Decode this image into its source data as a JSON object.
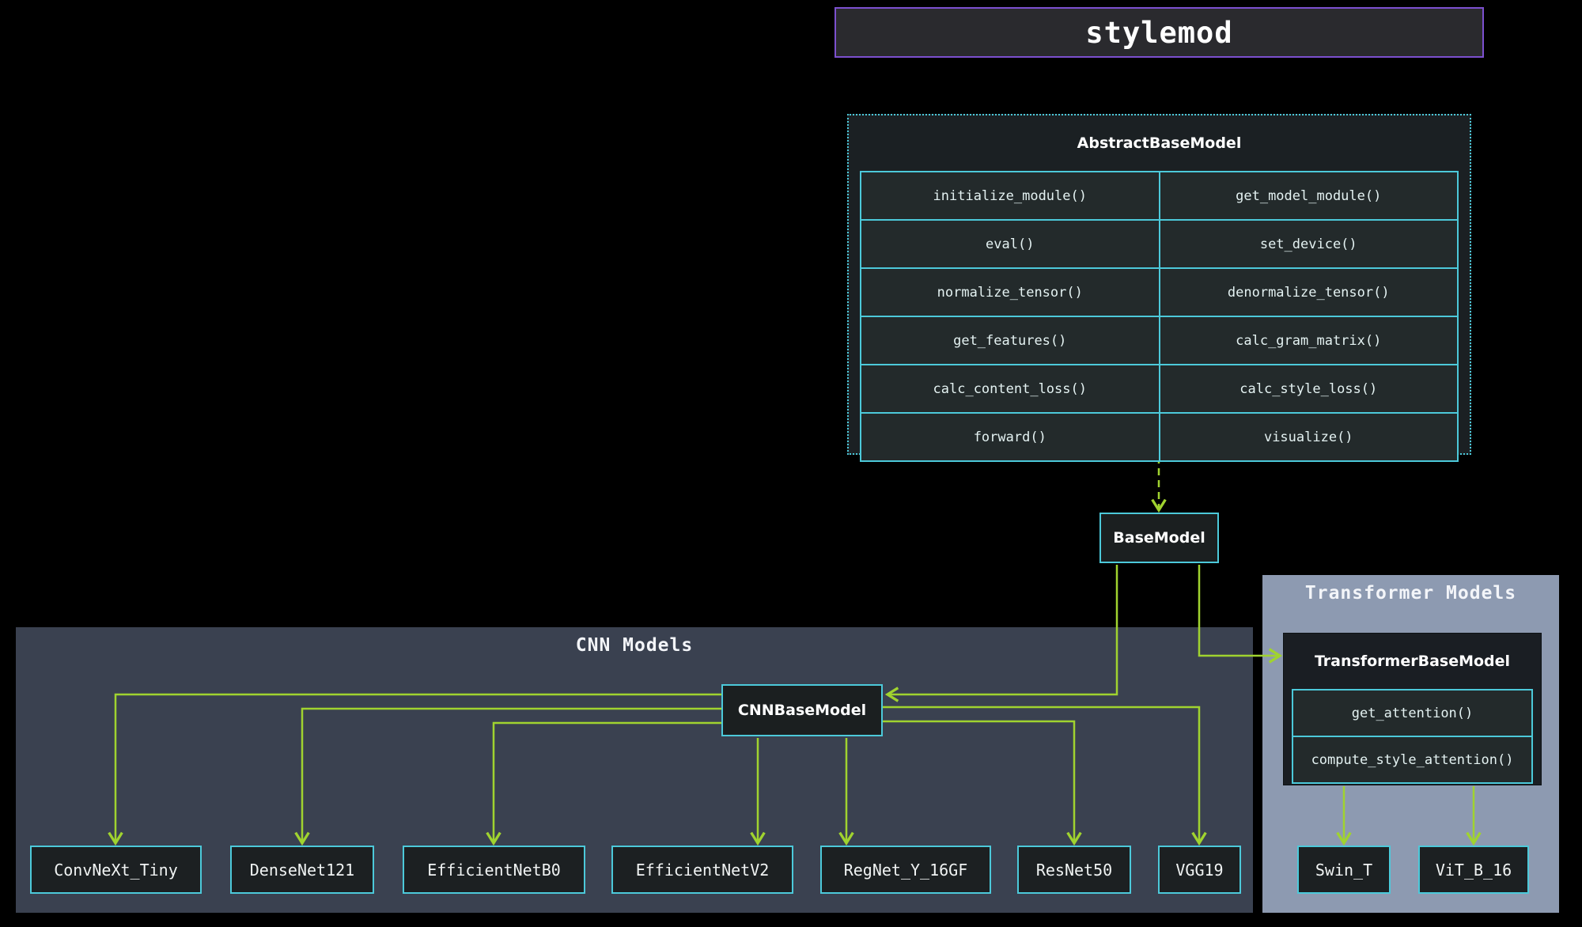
{
  "title": "stylemod",
  "colors": {
    "background": "#000000",
    "edge_green": "#a0d32f",
    "border_cyan": "#4cc9da",
    "title_border_purple": "#7c50cf",
    "cnn_cluster_bg": "#3a4150",
    "transformer_cluster_bg": "#8d9ab1"
  },
  "abstract_base_model": {
    "name": "AbstractBaseModel",
    "methods": [
      [
        "initialize_module()",
        "get_model_module()"
      ],
      [
        "eval()",
        "set_device()"
      ],
      [
        "normalize_tensor()",
        "denormalize_tensor()"
      ],
      [
        "get_features()",
        "calc_gram_matrix()"
      ],
      [
        "calc_content_loss()",
        "calc_style_loss()"
      ],
      [
        "forward()",
        "visualize()"
      ]
    ]
  },
  "base_model": {
    "name": "BaseModel"
  },
  "cnn_cluster": {
    "title": "CNN Models",
    "base": {
      "name": "CNNBaseModel"
    },
    "models": [
      "ConvNeXt_Tiny",
      "DenseNet121",
      "EfficientNetB0",
      "EfficientNetV2",
      "RegNet_Y_16GF",
      "ResNet50",
      "VGG19"
    ]
  },
  "transformer_cluster": {
    "title": "Transformer Models",
    "base": {
      "name": "TransformerBaseModel",
      "methods": [
        "get_attention()",
        "compute_style_attention()"
      ]
    },
    "models": [
      "Swin_T",
      "ViT_B_16"
    ]
  },
  "edges": [
    {
      "from": "AbstractBaseModel",
      "to": "BaseModel",
      "style": "dashed"
    },
    {
      "from": "BaseModel",
      "to": "CNNBaseModel",
      "style": "solid"
    },
    {
      "from": "BaseModel",
      "to": "TransformerBaseModel",
      "style": "solid"
    },
    {
      "from": "CNNBaseModel",
      "to": "ConvNeXt_Tiny",
      "style": "solid"
    },
    {
      "from": "CNNBaseModel",
      "to": "DenseNet121",
      "style": "solid"
    },
    {
      "from": "CNNBaseModel",
      "to": "EfficientNetB0",
      "style": "solid"
    },
    {
      "from": "CNNBaseModel",
      "to": "EfficientNetV2",
      "style": "solid"
    },
    {
      "from": "CNNBaseModel",
      "to": "RegNet_Y_16GF",
      "style": "solid"
    },
    {
      "from": "CNNBaseModel",
      "to": "ResNet50",
      "style": "solid"
    },
    {
      "from": "CNNBaseModel",
      "to": "VGG19",
      "style": "solid"
    },
    {
      "from": "TransformerBaseModel",
      "to": "Swin_T",
      "style": "solid"
    },
    {
      "from": "TransformerBaseModel",
      "to": "ViT_B_16",
      "style": "solid"
    }
  ]
}
